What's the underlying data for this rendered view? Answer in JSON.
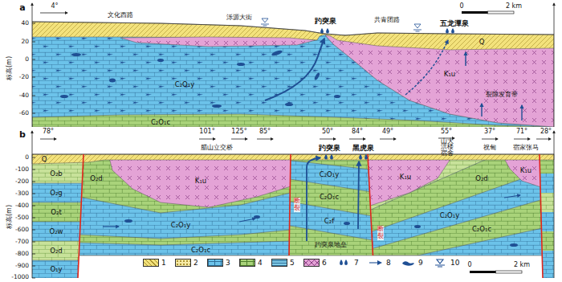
{
  "diagram": {
    "labels": [
      "a",
      "4°",
      "文化西路",
      "泺源大街",
      "趵突泉",
      "共青团路",
      "五龙潭泉",
      "0",
      "2 km",
      "40",
      "20",
      "0",
      "-20",
      "-40",
      "-60",
      "标高(m)",
      "Q",
      "K₁u",
      "C₂O₁y",
      "裂隙发育带",
      "C₂O₁c",
      "b",
      "78°",
      "101°",
      "125°",
      "85°",
      "50°",
      "84°",
      "49°",
      "55°",
      "37°",
      "71°",
      "28°",
      "腊山立交桥",
      "趵突泉",
      "黑虎泉",
      "山大洪楼宿舍",
      "祝甸",
      "宿家张马",
      "0",
      "-100",
      "-200",
      "-300",
      "-400",
      "-500",
      "-600",
      "-700",
      "-800",
      "-900",
      "-1000",
      "标高(m)",
      "Q",
      "O₂b",
      "O₂g",
      "O₂t",
      "O₂w",
      "O₂d",
      "O₁y",
      "O₂d",
      "K₁u",
      "C₂O₁y",
      "C₂O₁c",
      "断裂",
      "C₂O₁y",
      "C₂O₁c",
      "C₂f",
      "趵突泉地垒",
      "断裂",
      "K₁u",
      "O₂d",
      "C₂O₁y",
      "C₂O₁c",
      "K₁u",
      "0",
      "2 km"
    ],
    "legend": [
      {
        "text": "1",
        "color": "#f3e27c"
      },
      {
        "text": "2",
        "color": "#f6eaa6"
      },
      {
        "text": "3",
        "color": "#6cc3ea"
      },
      {
        "text": "4",
        "color": "#a9d37a"
      },
      {
        "text": "5",
        "color": "#7fcbe8"
      },
      {
        "text": "6",
        "color": "#e4a3d6"
      },
      {
        "text": "7"
      },
      {
        "text": "8"
      },
      {
        "text": "9"
      },
      {
        "text": "10"
      }
    ]
  }
}
